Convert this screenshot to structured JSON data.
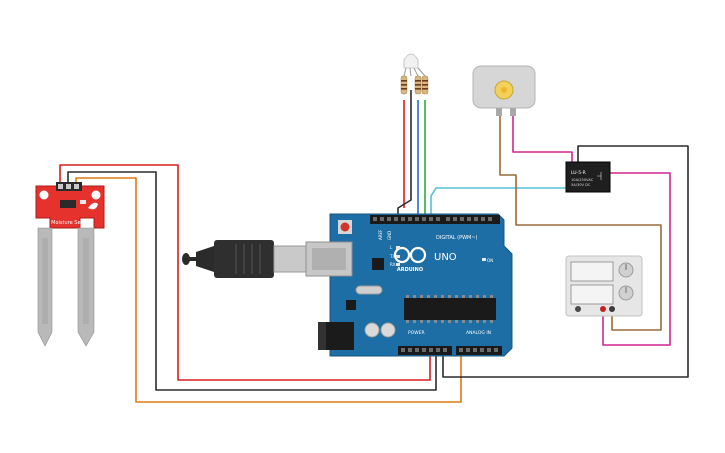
{
  "sensor": {
    "label": "Soil Moisture Sensor"
  },
  "arduino": {
    "brand": "ARDUINO",
    "model": "UNO",
    "digital_label": "DIGITAL (PWM~)",
    "power_label": "POWER",
    "analog_label": "ANALOG IN",
    "on_label": "ON",
    "tx_label": "TX",
    "rx_label": "RX",
    "l_label": "L",
    "aref_label": "AREF",
    "gnd_label": "GND"
  },
  "relay": {
    "model": "LU-5-R",
    "line1": "10A/250VAC",
    "line2": "5A/30V DC"
  },
  "wire_colors": {
    "red": "#d81e1e",
    "black": "#2b2b2b",
    "orange": "#e07a10",
    "green": "#2faa3a",
    "blue": "#1f6fd1",
    "cyan": "#4fc2d8",
    "brown": "#9b6a3c",
    "magenta": "#d0268f",
    "board": "#1c6ea4",
    "sensor_pcb": "#e5322d"
  }
}
